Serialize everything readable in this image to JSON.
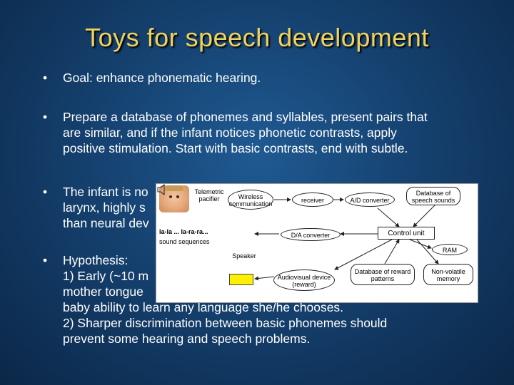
{
  "slide": {
    "title": "Toys for speech development",
    "bullet_symbol": "•",
    "bullets": [
      {
        "lines": [
          "Goal: enhance phonematic hearing."
        ]
      },
      {
        "lines": [
          "Prepare a database of phonemes and syllables, present pairs that",
          "are similar, and if the infant notices phonetic contrasts, apply",
          "positive stimulation. Start with basic contrasts, end with subtle."
        ]
      },
      {
        "lines": [
          "The infant is no",
          "larynx, highly s",
          "than neural dev"
        ]
      },
      {
        "lines": [
          "Hypothesis:",
          "1) Early (~10 m",
          "mother tongue",
          "baby ability to learn any language she/he chooses.",
          "2) Sharper discrimination between basic phonemes should",
          "prevent some hearing and speech problems."
        ]
      }
    ]
  },
  "diagram": {
    "labels": {
      "pacifier": "Telemetric pacifier",
      "wireless": "Wireless communication",
      "receiver": "receiver",
      "ad": "A/D converter",
      "speech_db": "Database of speech sounds",
      "sounds_1": "la-la ... la-ra-ra...",
      "sounds_2": "sound sequences",
      "da": "D/A converter",
      "control": "Control unit",
      "ram": "RAM",
      "speaker": "Speaker",
      "audiovisual": "Audiovisual device (reward)",
      "reward_db": "Database of reward patterns",
      "nonvolatile": "Non-volatile memory"
    },
    "icons": [
      "baby-photo-icon",
      "speaker-icon",
      "reward-light-icon"
    ],
    "colors": {
      "title": "#f2d25c",
      "background": "#15416f",
      "reward_light": "#ffef00"
    }
  }
}
